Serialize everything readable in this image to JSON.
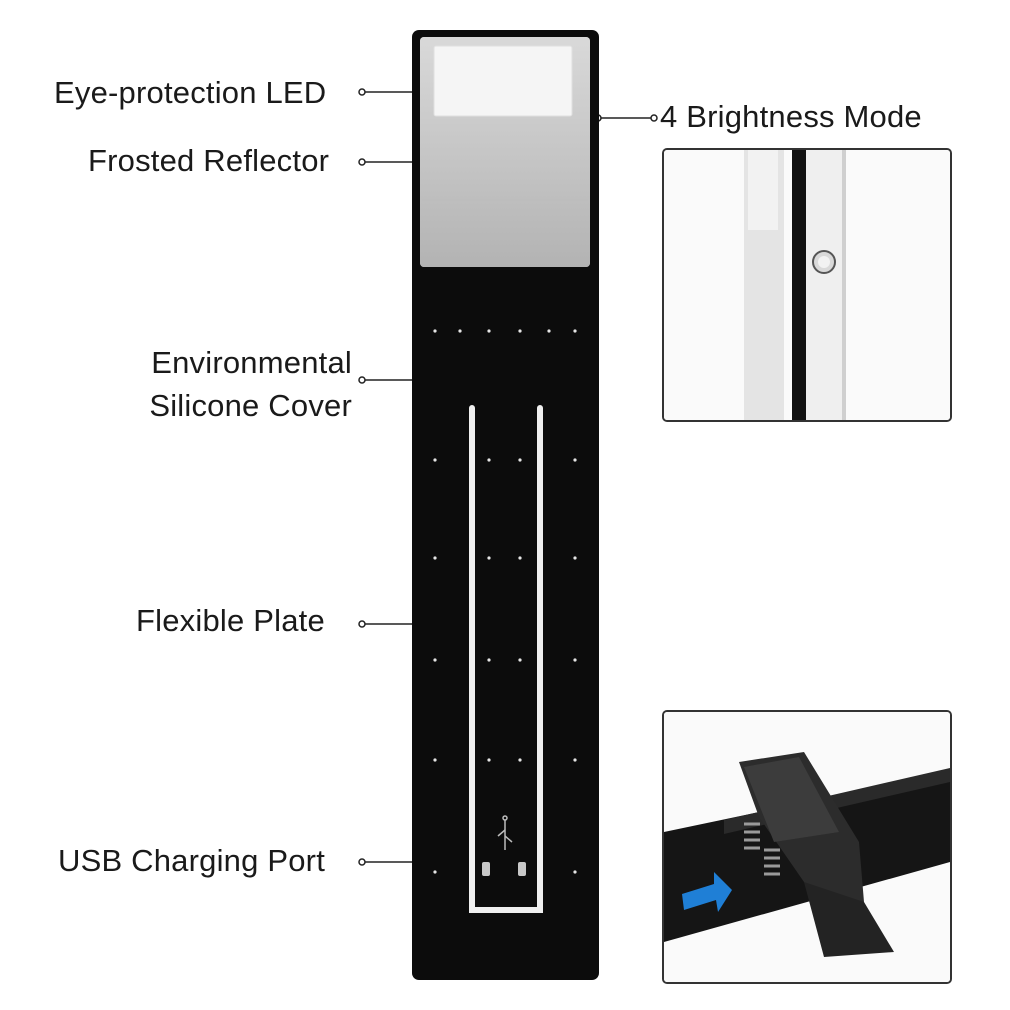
{
  "labels": {
    "eye_protection_led": "Eye-protection LED",
    "frosted_reflector": "Frosted Reflector",
    "environmental_line1": "Environmental",
    "environmental_line2": "Silicone Cover",
    "flexible_plate": "Flexible Plate",
    "usb_charging_port": "USB Charging Port",
    "brightness_mode": "4 Brightness Mode"
  },
  "colors": {
    "device_body": "#0c0c0c",
    "lamp_panel": "#c9c9c9",
    "led_strip": "#f4f4f4",
    "leader_line": "#222222",
    "arrow": "#1f7fd6"
  },
  "icons": {
    "usb": "usb-icon",
    "arrow": "blue-arrow-icon",
    "clip": "clip-icon"
  }
}
